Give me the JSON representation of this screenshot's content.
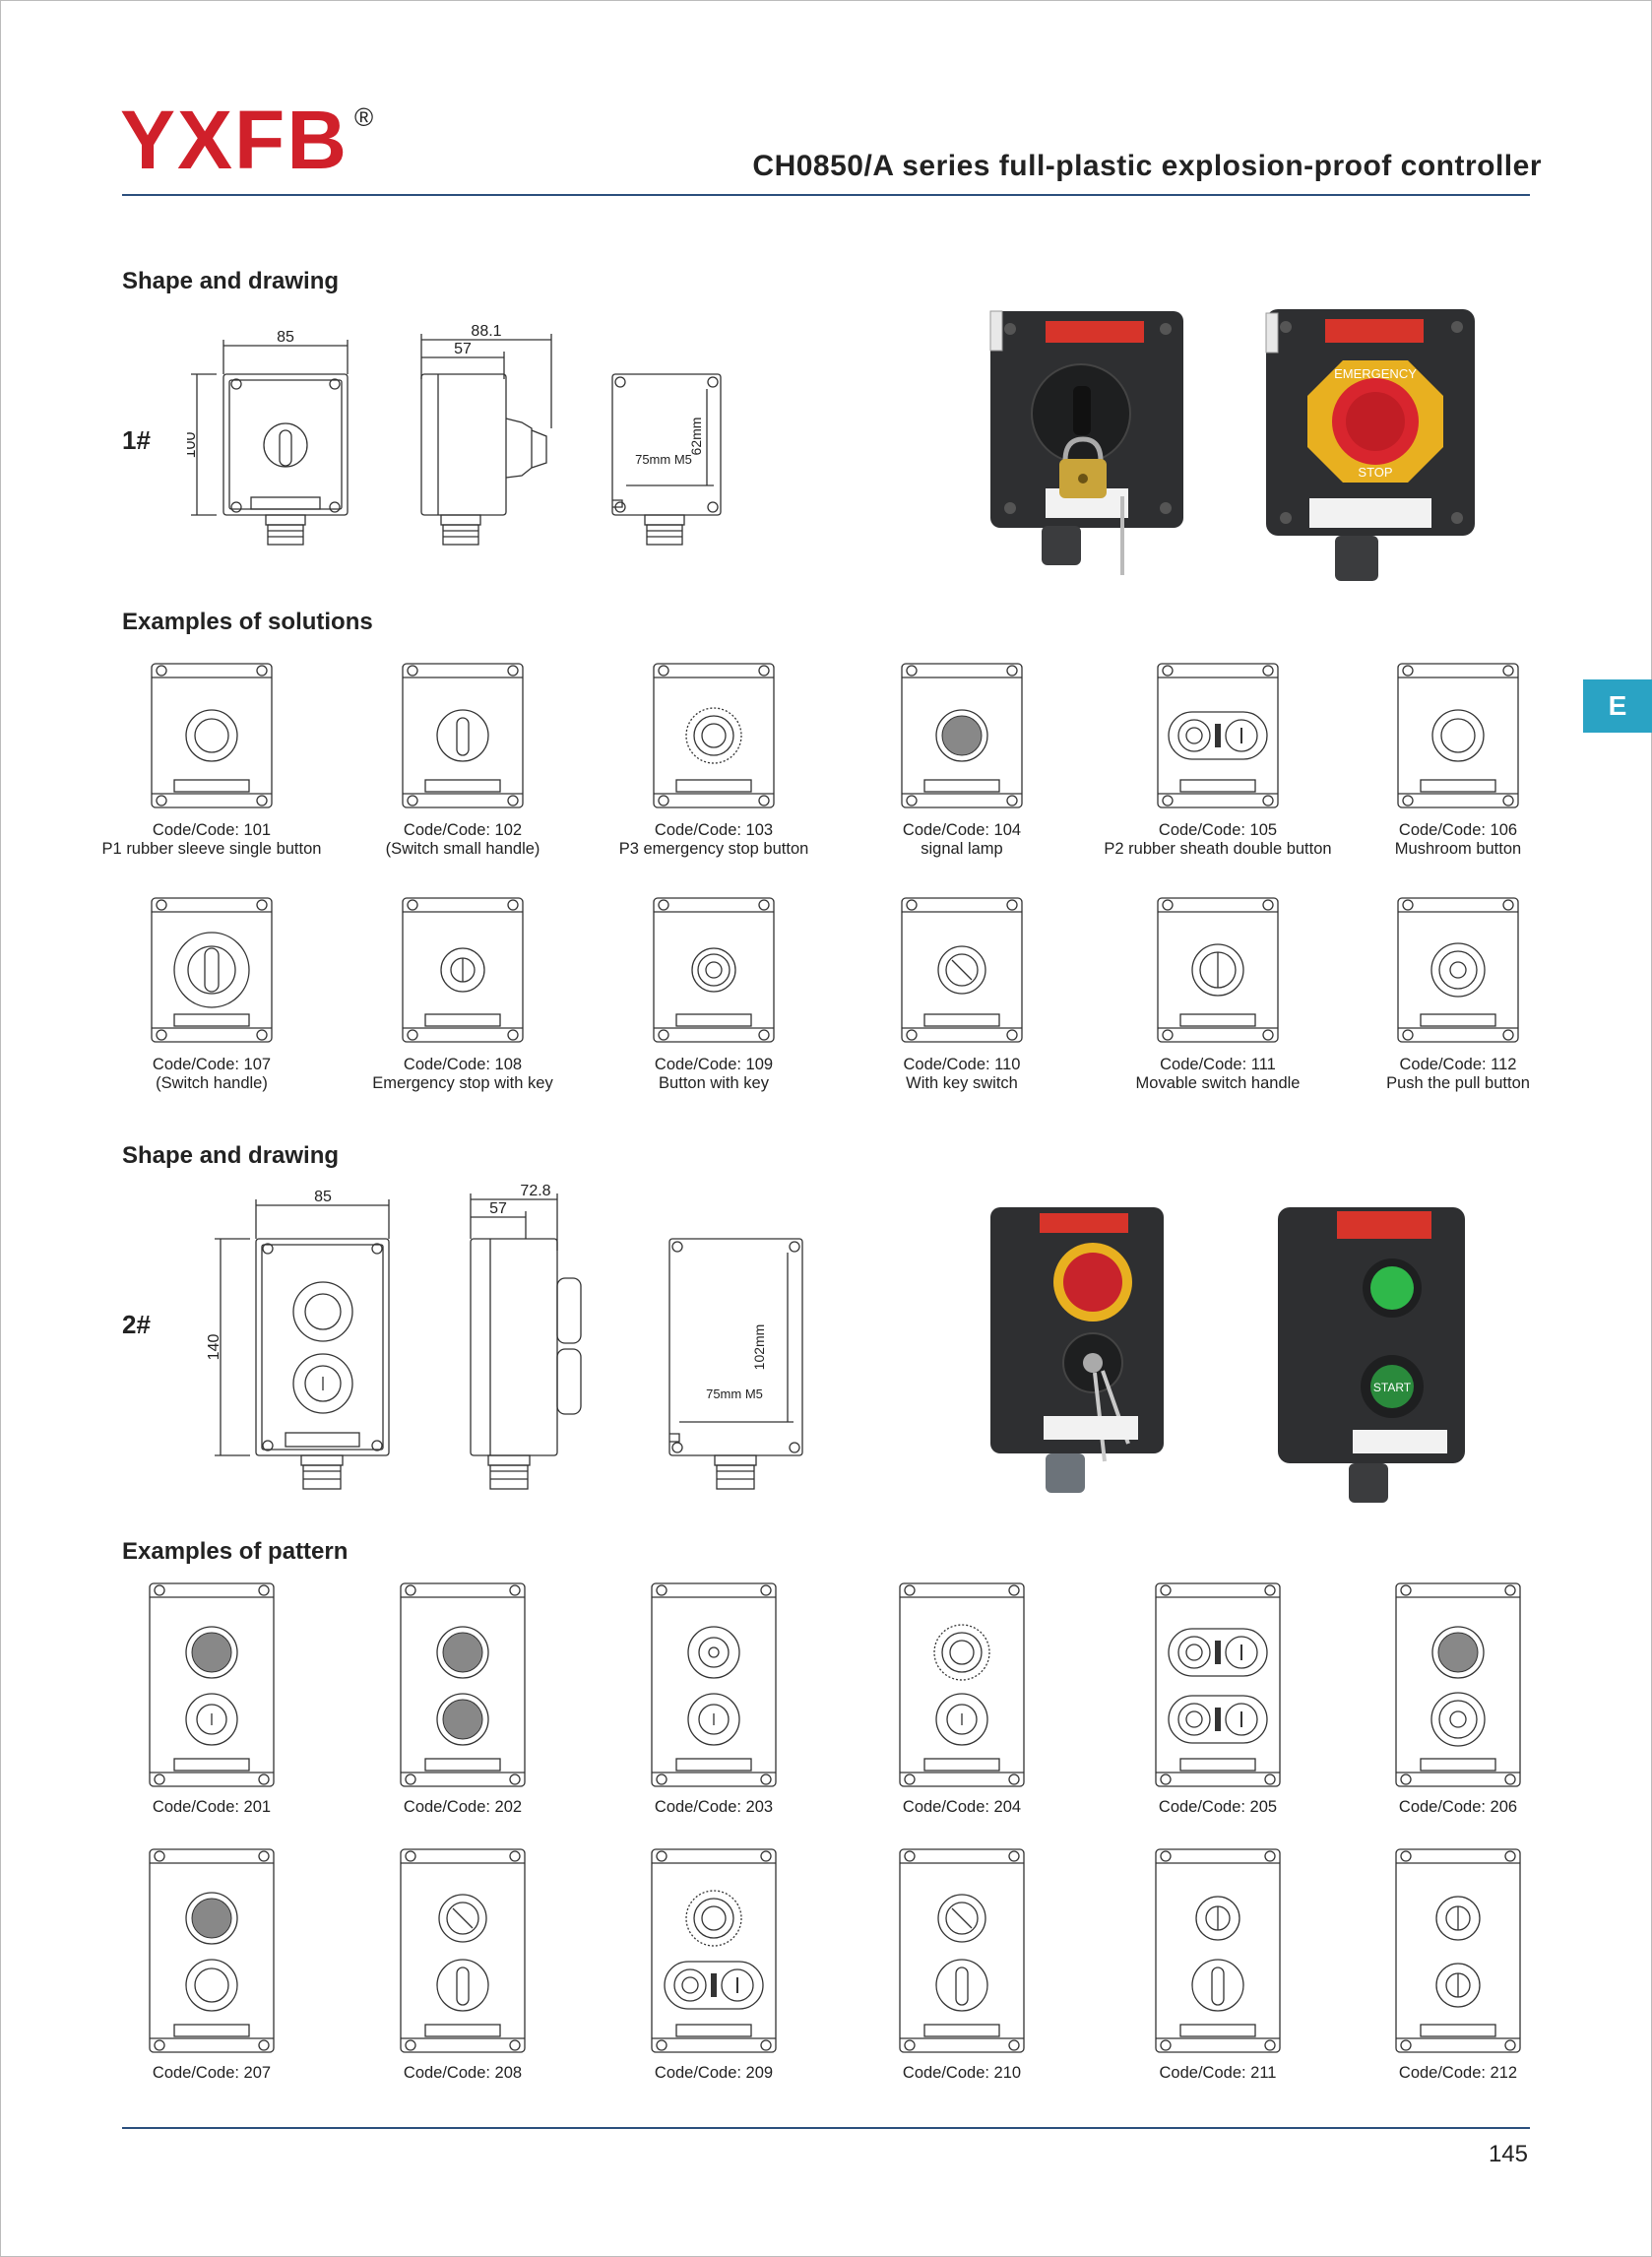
{
  "header": {
    "logo": "YXFB",
    "logo_mark": "®",
    "title": "CH0850/A series full-plastic explosion-proof controller"
  },
  "side_tab": "E",
  "page_number": "145",
  "section1": {
    "title": "Shape and drawing",
    "label": "1#",
    "dims": {
      "front_width": "85",
      "front_height": "100",
      "side_depth": "88.1",
      "side_inner": "57",
      "back_height": "62mm",
      "back_mount": "75mm M5"
    },
    "photos": [
      {
        "name": "key-rotary-unit",
        "accent": "#d7342a"
      },
      {
        "name": "emergency-stop-unit",
        "accent": "#e8b020",
        "stop_word": "EMERGENCY",
        "stop_word2": "STOP"
      }
    ]
  },
  "solutions": {
    "title": "Examples of solutions",
    "items": [
      {
        "code": "Code/Code: 101",
        "desc": "P1 rubber sleeve single button",
        "icon": "ring-button"
      },
      {
        "code": "Code/Code: 102",
        "desc": "(Switch small handle)",
        "icon": "small-handle"
      },
      {
        "code": "Code/Code: 103",
        "desc": "P3 emergency stop button",
        "icon": "estop"
      },
      {
        "code": "Code/Code: 104",
        "desc": "signal lamp",
        "icon": "lamp"
      },
      {
        "code": "Code/Code: 105",
        "desc": "P2 rubber   sheath double button",
        "icon": "double-button"
      },
      {
        "code": "Code/Code: 106",
        "desc": "Mushroom button",
        "icon": "mushroom"
      },
      {
        "code": "Code/Code: 107",
        "desc": "(Switch handle)",
        "icon": "big-handle"
      },
      {
        "code": "Code/Code: 108",
        "desc": "Emergency stop with key",
        "icon": "key-small"
      },
      {
        "code": "Code/Code: 109",
        "desc": "Button with key",
        "icon": "key-button"
      },
      {
        "code": "Code/Code: 110",
        "desc": "With key switch",
        "icon": "key-switch"
      },
      {
        "code": "Code/Code: 111",
        "desc": "Movable switch handle",
        "icon": "movable-handle"
      },
      {
        "code": "Code/Code: 112",
        "desc": "Push the pull button",
        "icon": "push-pull"
      }
    ]
  },
  "section2": {
    "title": "Shape and drawing",
    "label": "2#",
    "dims": {
      "front_width": "85",
      "front_height": "140",
      "side_depth": "72.8",
      "side_inner": "57",
      "back_height": "102mm",
      "back_mount": "75mm M5"
    },
    "photos": [
      {
        "name": "estop-key-unit",
        "accent": "#c8232b"
      },
      {
        "name": "lamp-start-unit",
        "accent": "#2fb84a",
        "button_text": "START"
      }
    ]
  },
  "patterns": {
    "title": "Examples of pattern",
    "items": [
      {
        "code": "Code/Code: 201",
        "top": "lamp",
        "bottom": "ring-i"
      },
      {
        "code": "Code/Code: 202",
        "top": "lamp",
        "bottom": "lamp"
      },
      {
        "code": "Code/Code: 203",
        "top": "ring-o",
        "bottom": "ring-i"
      },
      {
        "code": "Code/Code: 204",
        "top": "estop",
        "bottom": "ring-i"
      },
      {
        "code": "Code/Code: 205",
        "top": "double",
        "bottom": "double"
      },
      {
        "code": "Code/Code: 206",
        "top": "lamp",
        "bottom": "push-pull"
      },
      {
        "code": "Code/Code: 207",
        "top": "lamp",
        "bottom": "mushroom"
      },
      {
        "code": "Code/Code: 208",
        "top": "key-switch",
        "bottom": "handle"
      },
      {
        "code": "Code/Code: 209",
        "top": "estop",
        "bottom": "double"
      },
      {
        "code": "Code/Code: 210",
        "top": "key-switch",
        "bottom": "handle"
      },
      {
        "code": "Code/Code: 211",
        "top": "key",
        "bottom": "handle"
      },
      {
        "code": "Code/Code: 212",
        "top": "key",
        "bottom": "key"
      }
    ]
  }
}
